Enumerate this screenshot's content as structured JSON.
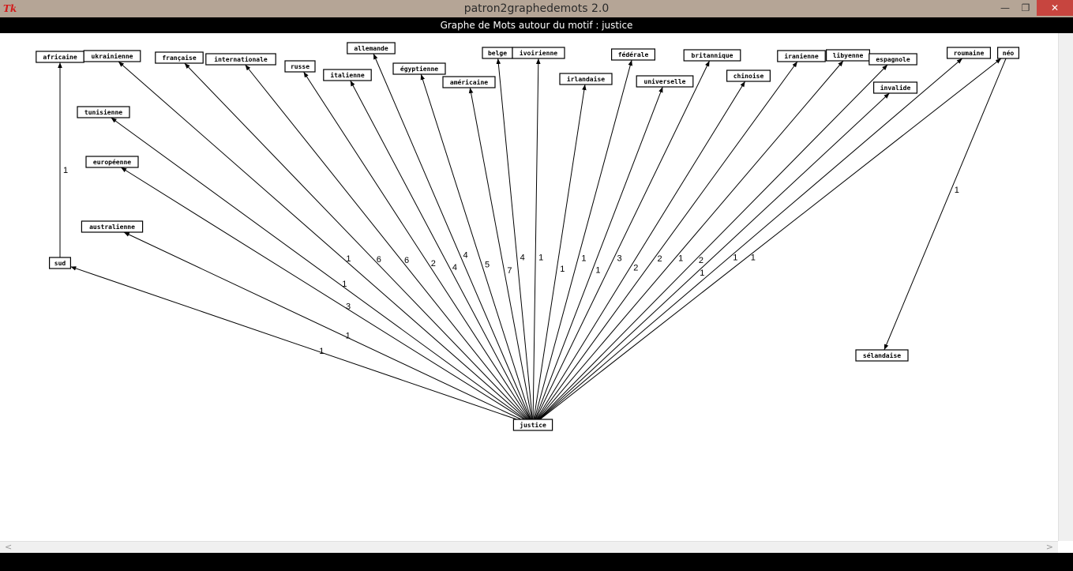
{
  "window": {
    "title": "patron2graphedemots 2.0",
    "app_icon": "tk-icon",
    "minimize_glyph": "—",
    "maximize_glyph": "❐",
    "close_glyph": "✕"
  },
  "caption": "Graphe de Mots autour du motif : justice",
  "graph": {
    "center": "justice",
    "nodes": [
      {
        "label": "africaine"
      },
      {
        "label": "ukrainienne"
      },
      {
        "label": "française"
      },
      {
        "label": "internationale"
      },
      {
        "label": "russe"
      },
      {
        "label": "italienne"
      },
      {
        "label": "allemande"
      },
      {
        "label": "égyptienne"
      },
      {
        "label": "américaine"
      },
      {
        "label": "belge"
      },
      {
        "label": "ivoirienne"
      },
      {
        "label": "irlandaise"
      },
      {
        "label": "fédérale"
      },
      {
        "label": "universelle"
      },
      {
        "label": "britannique"
      },
      {
        "label": "chinoise"
      },
      {
        "label": "iranienne"
      },
      {
        "label": "libyenne"
      },
      {
        "label": "espagnole"
      },
      {
        "label": "invalide"
      },
      {
        "label": "roumaine"
      },
      {
        "label": "néo"
      },
      {
        "label": "tunisienne"
      },
      {
        "label": "européenne"
      },
      {
        "label": "australienne"
      },
      {
        "label": "sud"
      },
      {
        "label": "sélandaise"
      },
      {
        "label": "justice"
      }
    ],
    "edges": [
      {
        "from": "justice",
        "to": "ukrainienne",
        "weight": "1"
      },
      {
        "from": "justice",
        "to": "française",
        "weight": "6"
      },
      {
        "from": "justice",
        "to": "internationale",
        "weight": "6"
      },
      {
        "from": "justice",
        "to": "russe",
        "weight": "2"
      },
      {
        "from": "justice",
        "to": "italienne",
        "weight": "4"
      },
      {
        "from": "justice",
        "to": "allemande",
        "weight": "4"
      },
      {
        "from": "justice",
        "to": "égyptienne",
        "weight": "5"
      },
      {
        "from": "justice",
        "to": "américaine",
        "weight": "7"
      },
      {
        "from": "justice",
        "to": "belge",
        "weight": "4"
      },
      {
        "from": "justice",
        "to": "ivoirienne",
        "weight": "1"
      },
      {
        "from": "justice",
        "to": "irlandaise",
        "weight": "1"
      },
      {
        "from": "justice",
        "to": "fédérale",
        "weight": "1"
      },
      {
        "from": "justice",
        "to": "universelle",
        "weight": "1"
      },
      {
        "from": "justice",
        "to": "britannique",
        "weight": "3"
      },
      {
        "from": "justice",
        "to": "chinoise",
        "weight": "2"
      },
      {
        "from": "justice",
        "to": "iranienne",
        "weight": "2"
      },
      {
        "from": "justice",
        "to": "libyenne",
        "weight": "1"
      },
      {
        "from": "justice",
        "to": "espagnole",
        "weight": "2"
      },
      {
        "from": "justice",
        "to": "invalide",
        "weight": "1"
      },
      {
        "from": "justice",
        "to": "roumaine",
        "weight": "1"
      },
      {
        "from": "justice",
        "to": "néo",
        "weight": "1"
      },
      {
        "from": "justice",
        "to": "tunisienne",
        "weight": "1"
      },
      {
        "from": "justice",
        "to": "européenne",
        "weight": "3"
      },
      {
        "from": "justice",
        "to": "australienne",
        "weight": "1"
      },
      {
        "from": "justice",
        "to": "sud",
        "weight": "1"
      },
      {
        "from": "sud",
        "to": "africaine",
        "weight": "1"
      },
      {
        "from": "néo",
        "to": "sélandaise",
        "weight": "1"
      }
    ]
  },
  "scroll": {
    "left_arrow": "<",
    "right_arrow": ">"
  }
}
